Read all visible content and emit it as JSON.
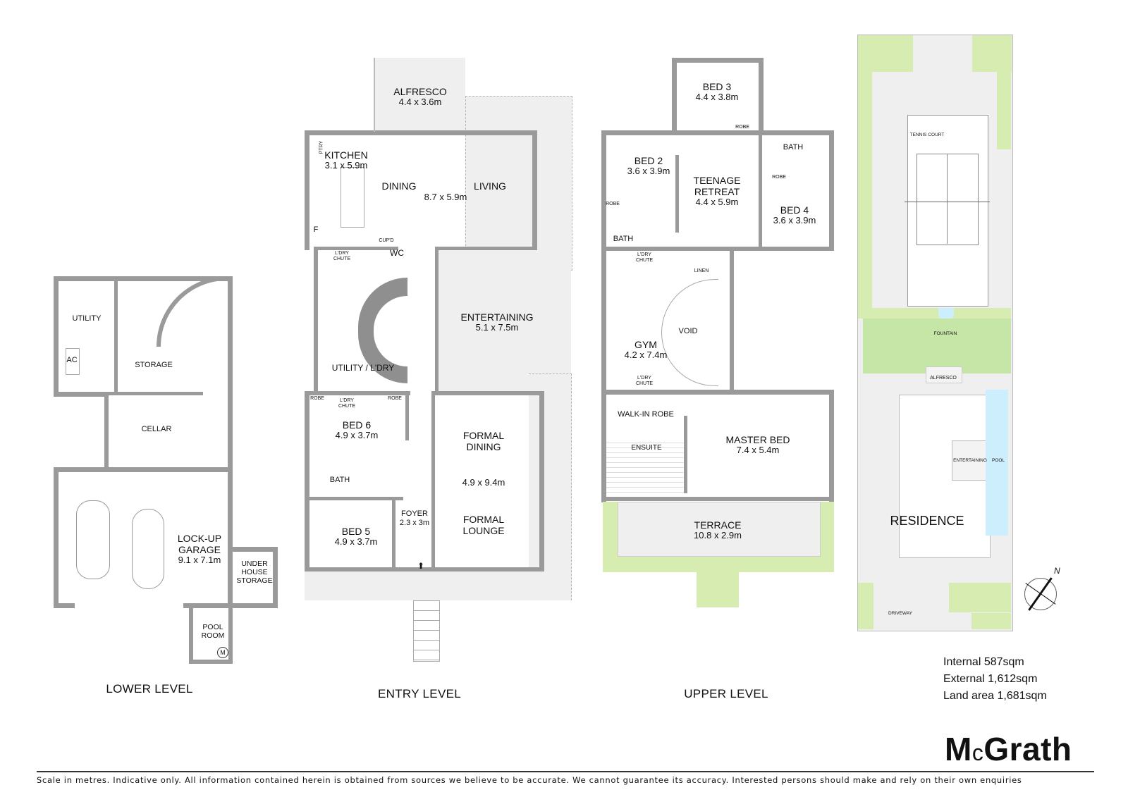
{
  "levels": {
    "lower": {
      "title": "LOWER LEVEL",
      "rooms": [
        {
          "name": "UTILITY",
          "dims": ""
        },
        {
          "name": "AC",
          "dims": ""
        },
        {
          "name": "STORAGE",
          "dims": ""
        },
        {
          "name": "CELLAR",
          "dims": ""
        },
        {
          "name": "LOCK-UP GARAGE",
          "dims": "9.1 x 7.1m"
        },
        {
          "name": "UNDER HOUSE STORAGE",
          "dims": ""
        },
        {
          "name": "POOL ROOM",
          "dims": ""
        }
      ],
      "meter_symbol": "M"
    },
    "entry": {
      "title": "ENTRY LEVEL",
      "rooms": [
        {
          "name": "ALFRESCO",
          "dims": "4.4 x 3.6m"
        },
        {
          "name": "KITCHEN",
          "dims": "3.1 x 5.9m"
        },
        {
          "name": "DINING",
          "dims": ""
        },
        {
          "name": "LIVING",
          "dims": "8.7 x 5.9m"
        },
        {
          "name": "PTRY",
          "dims": ""
        },
        {
          "name": "F",
          "dims": ""
        },
        {
          "name": "CUP'D",
          "dims": ""
        },
        {
          "name": "L'DRY CHUTE",
          "dims": ""
        },
        {
          "name": "WC",
          "dims": ""
        },
        {
          "name": "ENTERTAINING",
          "dims": "5.1 x 7.5m"
        },
        {
          "name": "UTILITY / L'DRY",
          "dims": ""
        },
        {
          "name": "ROBE",
          "dims": ""
        },
        {
          "name": "BED 6",
          "dims": "4.9 x 3.7m"
        },
        {
          "name": "BATH",
          "dims": ""
        },
        {
          "name": "FORMAL DINING",
          "dims": "4.9 x 9.4m"
        },
        {
          "name": "FORMAL LOUNGE",
          "dims": ""
        },
        {
          "name": "FOYER",
          "dims": "2.3 x 3m"
        },
        {
          "name": "BED 5",
          "dims": "4.9 x 3.7m"
        }
      ]
    },
    "upper": {
      "title": "UPPER LEVEL",
      "rooms": [
        {
          "name": "BED 3",
          "dims": "4.4 x 3.8m"
        },
        {
          "name": "ROBE",
          "dims": ""
        },
        {
          "name": "BED 2",
          "dims": "3.6 x 3.9m"
        },
        {
          "name": "TEENAGE RETREAT",
          "dims": "4.4 x 5.9m"
        },
        {
          "name": "BATH",
          "dims": ""
        },
        {
          "name": "BED 4",
          "dims": "3.6 x 3.9m"
        },
        {
          "name": "L'DRY CHUTE",
          "dims": ""
        },
        {
          "name": "LINEN",
          "dims": ""
        },
        {
          "name": "VOID",
          "dims": ""
        },
        {
          "name": "GYM",
          "dims": "4.2 x 7.4m"
        },
        {
          "name": "WALK-IN ROBE",
          "dims": ""
        },
        {
          "name": "ENSUITE",
          "dims": ""
        },
        {
          "name": "MASTER BED",
          "dims": "7.4 x 5.4m"
        },
        {
          "name": "TERRACE",
          "dims": "10.8 x 2.9m"
        }
      ]
    },
    "site": {
      "labels": [
        "TENNIS COURT",
        "FOUNTAIN",
        "ALFRESCO",
        "ENTERTAINING",
        "POOL",
        "RESIDENCE",
        "DRIVEWAY"
      ],
      "compass": "N"
    }
  },
  "stats": {
    "internal": "Internal 587sqm",
    "external": "External 1,612sqm",
    "land": "Land area 1,681sqm"
  },
  "brand": {
    "logo_m": "M",
    "logo_c": "c",
    "logo_rest": "Grath"
  },
  "disclaimer": "Scale in metres. Indicative only. All information contained herein is obtained from sources we believe to be accurate. We cannot guarantee its accuracy. Interested persons should make and rely on their own enquiries",
  "colors": {
    "wall": "#9a9a9a",
    "outdoor": "#efefef",
    "garden": "#d7ecb0",
    "water": "#cdeefc"
  }
}
